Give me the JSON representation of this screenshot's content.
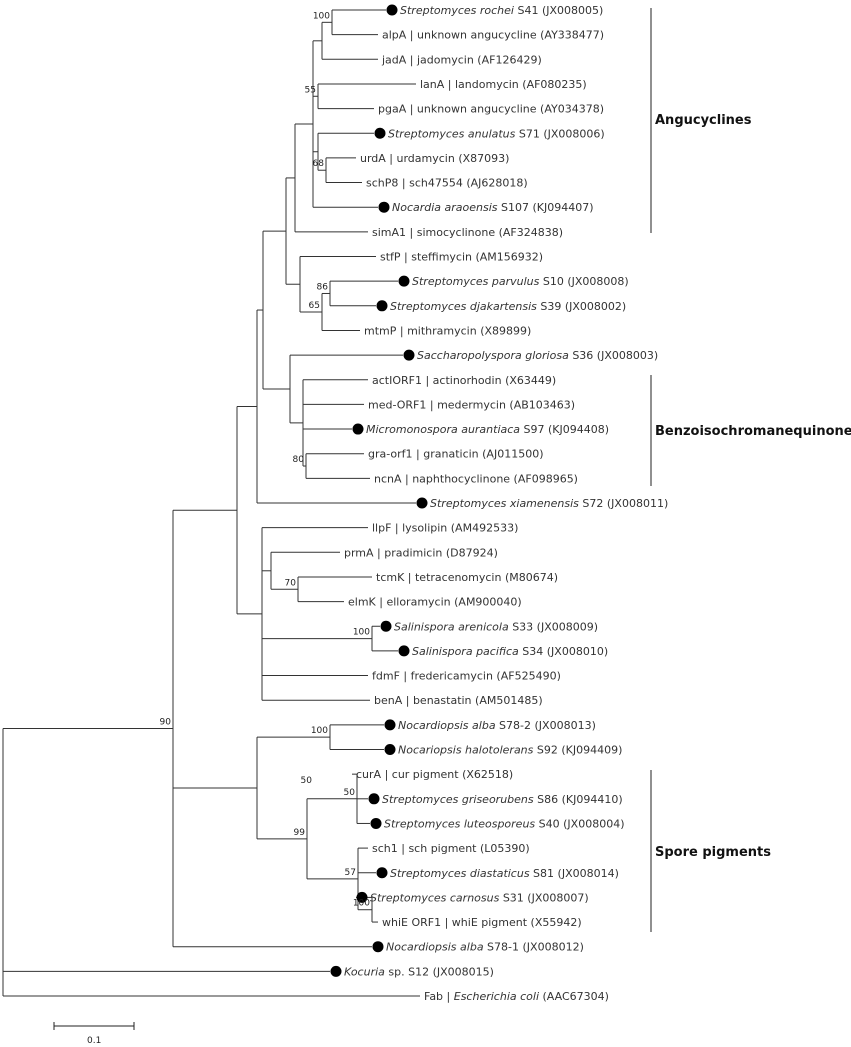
{
  "leaves": [
    {
      "text": "",
      "italic": "Streptomyces rochei",
      "rest": " S41 (JX008005)",
      "isolate": true
    },
    {
      "text": "alpA | unknown angucycline (AY338477)",
      "isolate": false
    },
    {
      "text": "jadA | jadomycin (AF126429)",
      "isolate": false
    },
    {
      "text": "lanA | landomycin (AF080235)",
      "isolate": false
    },
    {
      "text": "pgaA | unknown angucycline (AY034378)",
      "isolate": false
    },
    {
      "text": "",
      "italic": "Streptomyces anulatus",
      "rest": " S71 (JX008006)",
      "isolate": true
    },
    {
      "text": "urdA | urdamycin (X87093)",
      "isolate": false
    },
    {
      "text": "schP8 | sch47554 (AJ628018)",
      "isolate": false
    },
    {
      "text": "",
      "italic": "Nocardia araoensis",
      "rest": " S107 (KJ094407)",
      "isolate": true
    },
    {
      "text": "simA1 | simocyclinone (AF324838)",
      "isolate": false
    },
    {
      "text": "stfP | steffimycin (AM156932)",
      "isolate": false
    },
    {
      "text": "",
      "italic": "Streptomyces parvulus",
      "rest": " S10 (JX008008)",
      "isolate": true
    },
    {
      "text": "",
      "italic": "Streptomyces djakartensis",
      "rest": " S39 (JX008002)",
      "isolate": true
    },
    {
      "text": "mtmP | mithramycin (X89899)",
      "isolate": false
    },
    {
      "text": "",
      "italic": "Saccharopolyspora gloriosa",
      "rest": " S36 (JX008003)",
      "isolate": true
    },
    {
      "text": "actIORF1 | actinorhodin (X63449)",
      "isolate": false
    },
    {
      "text": "med-ORF1 | medermycin (AB103463)",
      "isolate": false
    },
    {
      "text": "",
      "italic": "Micromonospora aurantiaca",
      "rest": " S97 (KJ094408)",
      "isolate": true
    },
    {
      "text": "gra-orf1 | granaticin (AJ011500)",
      "isolate": false
    },
    {
      "text": "ncnA | naphthocyclinone (AF098965)",
      "isolate": false
    },
    {
      "text": "",
      "italic": "Streptomyces xiamenensis",
      "rest": " S72 (JX008011)",
      "isolate": true
    },
    {
      "text": "llpF | lysolipin (AM492533)",
      "isolate": false
    },
    {
      "text": "prmA | pradimicin (D87924)",
      "isolate": false
    },
    {
      "text": "tcmK | tetracenomycin (M80674)",
      "isolate": false
    },
    {
      "text": "elmK | elloramycin (AM900040)",
      "isolate": false
    },
    {
      "text": "",
      "italic": "Salinispora arenicola",
      "rest": " S33 (JX008009)",
      "isolate": true
    },
    {
      "text": "",
      "italic": "Salinispora pacifica",
      "rest": " S34 (JX008010)",
      "isolate": true
    },
    {
      "text": "fdmF | fredericamycin (AF525490)",
      "isolate": false
    },
    {
      "text": "benA | benastatin (AM501485)",
      "isolate": false
    },
    {
      "text": "",
      "italic": "Nocardiopsis alba",
      "rest": " S78-2 (JX008013)",
      "isolate": true
    },
    {
      "text": "",
      "italic": "Nocariopsis halotolerans",
      "rest": " S92 (KJ094409)",
      "isolate": true
    },
    {
      "text": "curA | cur pigment (X62518)",
      "isolate": false
    },
    {
      "text": "",
      "italic": "Streptomyces griseorubens",
      "rest": " S86 (KJ094410)",
      "isolate": true
    },
    {
      "text": "",
      "italic": "Streptomyces luteosporeus",
      "rest": " S40 (JX008004)",
      "isolate": true
    },
    {
      "text": "sch1 | sch pigment (L05390)",
      "isolate": false
    },
    {
      "text": "",
      "italic": "Streptomyces diastaticus",
      "rest": " S81 (JX008014)",
      "isolate": true
    },
    {
      "text": "",
      "italic": "Streptomyces carnosus",
      "rest": " S31 (JX008007)",
      "isolate": true
    },
    {
      "text": "whiE ORF1 | whiE pigment (X55942)",
      "isolate": false
    },
    {
      "text": "",
      "italic": "Nocardiopsis alba",
      "rest": " S78-1 (JX008012)",
      "isolate": true
    },
    {
      "text": "",
      "italic": "Kocuria",
      "rest": " sp. S12 (JX008015)",
      "isolate": true
    },
    {
      "text": "Fab | ",
      "italic": "Escherichia coli",
      "rest": " (AAC67304)",
      "isolate": false
    }
  ],
  "groups": [
    "Angucyclines",
    "Benzoisochromanequinones",
    "Spore pigments"
  ],
  "bootstrap": [
    "100",
    "55",
    "68",
    "86",
    "65",
    "80",
    "70",
    "100",
    "100",
    "50",
    "99",
    "100",
    "57",
    "50",
    "90"
  ],
  "scale_bar": {
    "label": "0.1"
  },
  "colors": {
    "line": "#333333",
    "text": "#333333",
    "marker": "#000000"
  }
}
